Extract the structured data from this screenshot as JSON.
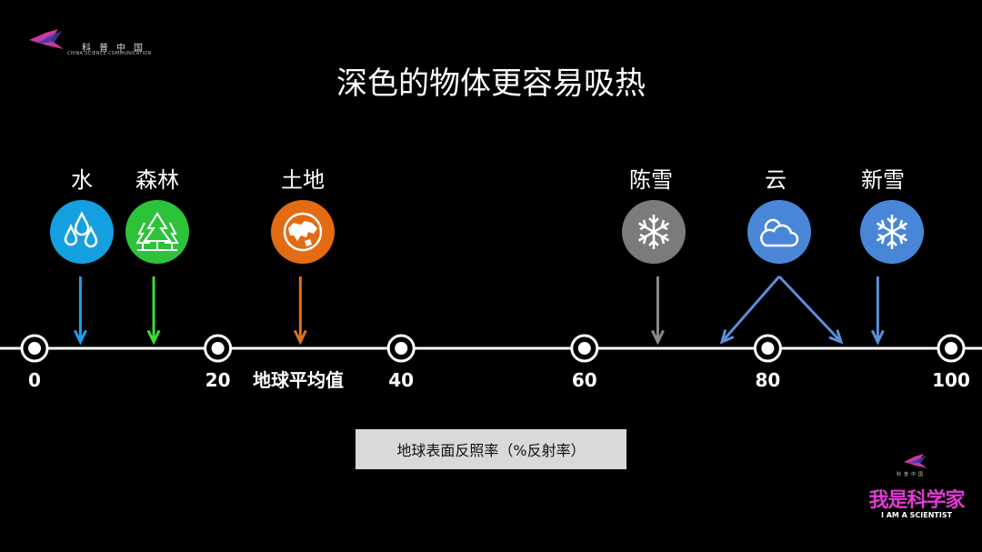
{
  "brand": {
    "top_cn": "科普中国",
    "top_en": "CHINA SCIENCE COMMUNICATION",
    "bottom_small": "科普中国",
    "bottom_title": "我是科学家",
    "bottom_en": "I AM A SCIENTIST"
  },
  "title": "深色的物体更容易吸热",
  "axis": {
    "label": "地球表面反照率（%反射率）",
    "ticks": [
      0,
      20,
      40,
      60,
      80,
      100
    ],
    "range": [
      0,
      100
    ],
    "average_label": "地球平均值"
  },
  "items": [
    {
      "label": "水",
      "icon": "water-drops-icon",
      "color": "#14a0e0",
      "arrow_color": "#1ea0e8",
      "albedo": 5
    },
    {
      "label": "森林",
      "icon": "forest-trees-icon",
      "color": "#2cc23a",
      "arrow_color": "#3ddc3a",
      "albedo": 13
    },
    {
      "label": "土地",
      "icon": "globe-map-icon",
      "color": "#e26b14",
      "arrow_color": "#e0701e",
      "albedo": 29
    },
    {
      "label": "陈雪",
      "icon": "snowflake-icon",
      "color": "#7b7b7b",
      "arrow_color": "#8a8a8a",
      "albedo": 68
    },
    {
      "label": "云",
      "icon": "cloud-icon",
      "color": "#4a86d8",
      "arrow_color": "#5a8fd6",
      "albedo_range": [
        75,
        88
      ]
    },
    {
      "label": "新雪",
      "icon": "snowflake-icon",
      "color": "#4a86d8",
      "arrow_color": "#5a8fd6",
      "albedo": 92
    }
  ]
}
